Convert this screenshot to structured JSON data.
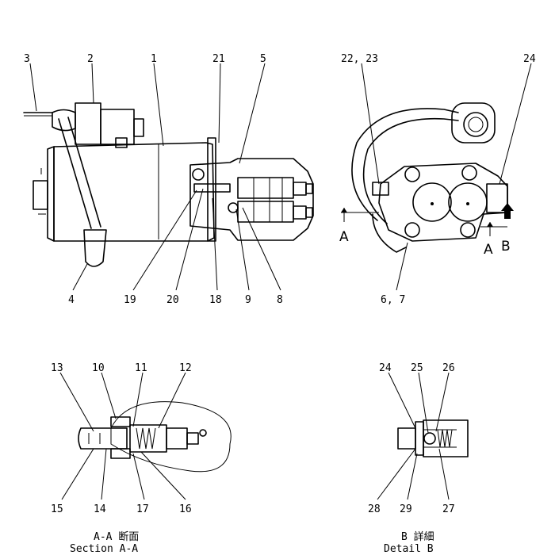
{
  "main_view": {
    "callouts": {
      "c1": "1",
      "c2": "2",
      "c3": "3",
      "c4": "4",
      "c5": "5",
      "c8": "8",
      "c9": "9",
      "c18": "18",
      "c19": "19",
      "c20": "20",
      "c21": "21"
    }
  },
  "side_view": {
    "callouts": {
      "c22_23": "22, 23",
      "c24": "24",
      "c6_7": "6, 7"
    },
    "section_marks": {
      "a_left": "A",
      "a_right": "A",
      "b": "B"
    }
  },
  "section_aa": {
    "callouts": {
      "c10": "10",
      "c11": "11",
      "c12": "12",
      "c13": "13",
      "c14": "14",
      "c15": "15",
      "c16": "16",
      "c17": "17"
    },
    "caption_native": "A-A 断面",
    "caption": "Section A-A"
  },
  "detail_b": {
    "callouts": {
      "c24": "24",
      "c25": "25",
      "c26": "26",
      "c27": "27",
      "c28": "28",
      "c29": "29"
    },
    "caption_native": "B 詳細",
    "caption": "Detail B"
  }
}
